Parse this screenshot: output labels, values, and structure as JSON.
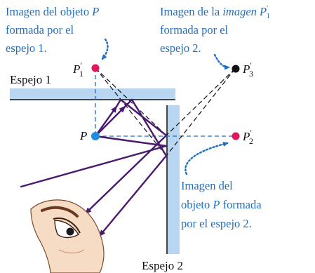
{
  "diagram": {
    "captions": {
      "image1": {
        "line1_text": "Imagen del objeto ",
        "line1_symbol": "P",
        "line2": "formada por el",
        "line3": "espejo 1."
      },
      "image_of_image": {
        "line1_text": "Imagen de la ",
        "line1_italic": "imagen",
        "line1_symbol": "P",
        "line1_sup": "′",
        "line1_sub": "1",
        "line2": "formada por el",
        "line3": "espejo 2."
      },
      "image2": {
        "line1": "Imagen del",
        "line2_text1": "objeto ",
        "line2_symbol": "P",
        "line2_text2": " formada",
        "line3": "por el espejo 2."
      }
    },
    "mirror1_label": "Espejo 1",
    "mirror2_label": "Espejo 2",
    "points": {
      "object": {
        "symbol": "P",
        "color": "#1f8ee0"
      },
      "p1": {
        "symbol": "P",
        "prime": "′",
        "sub": "1",
        "color": "#e0175c"
      },
      "p2": {
        "symbol": "P",
        "prime": "′",
        "sub": "2",
        "color": "#e0175c"
      },
      "p3": {
        "symbol": "P",
        "prime": "′",
        "sub": "3",
        "color": "#111111"
      }
    },
    "colors": {
      "mirror_fill": "#b8d6f2",
      "ray": "#4a1a6e",
      "dashed_ray": "#111111",
      "construction": "#1f6fc0",
      "caption_text": "#1f6fc0"
    }
  }
}
